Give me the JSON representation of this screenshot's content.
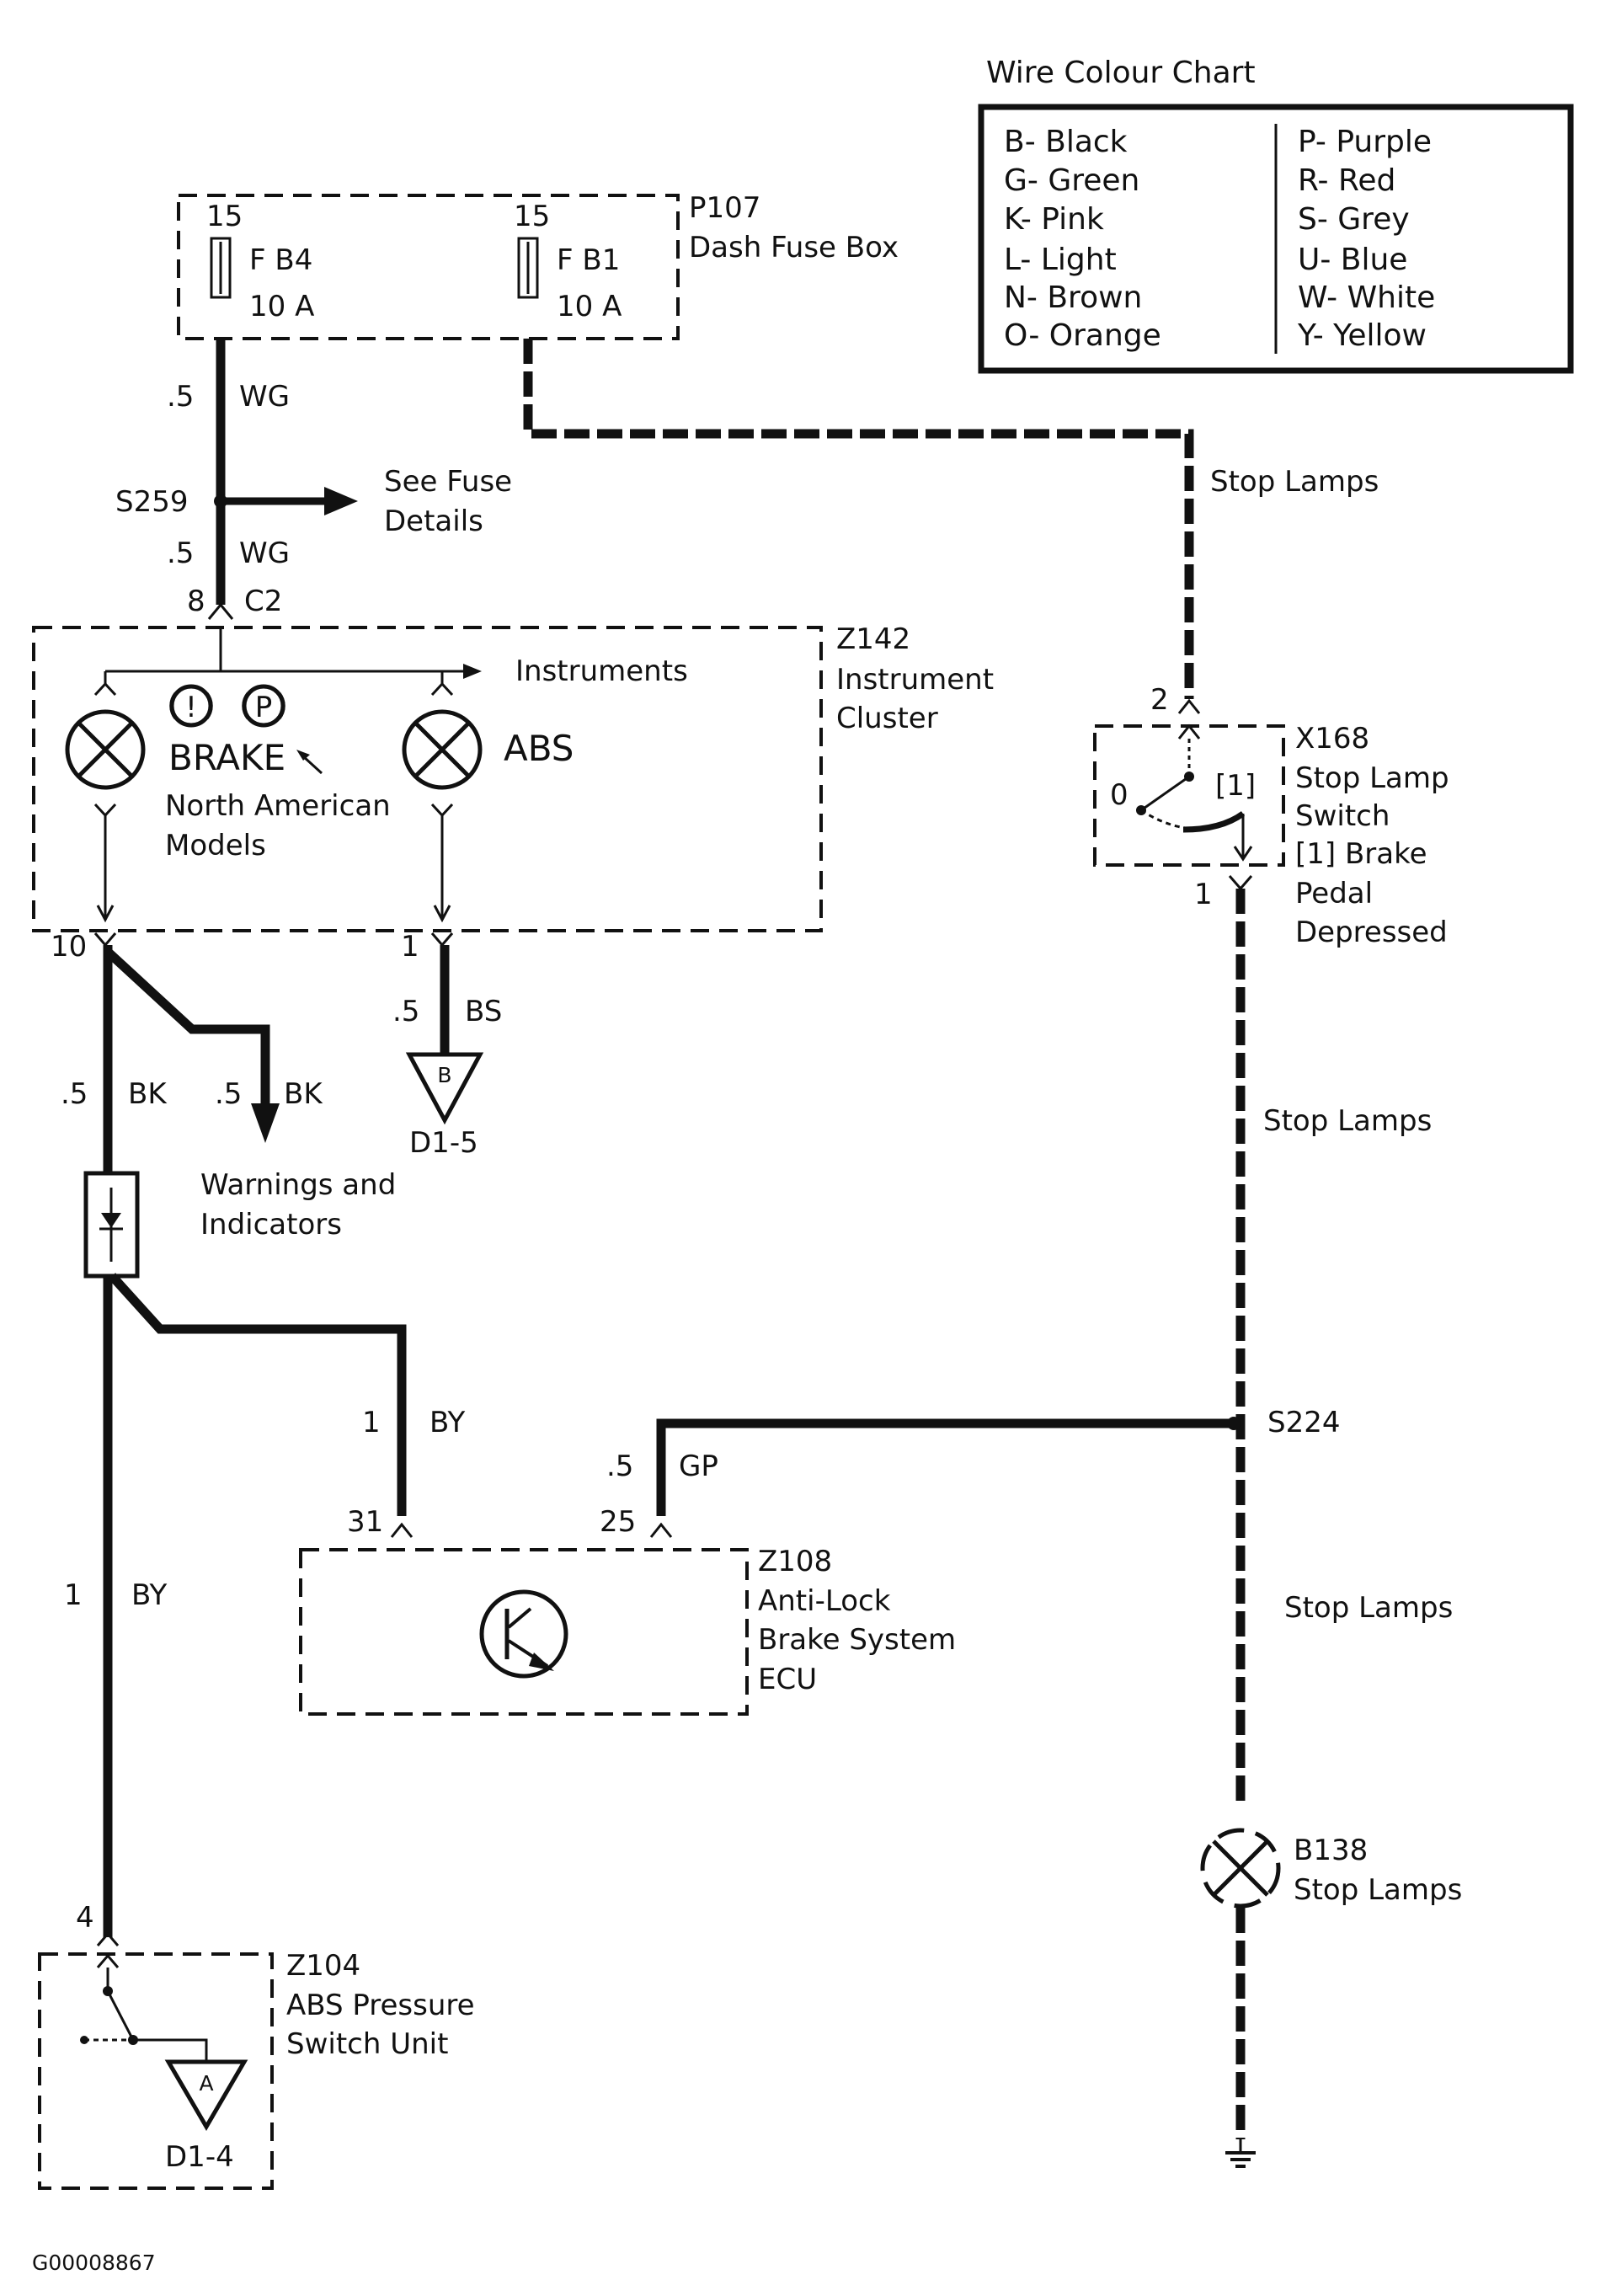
{
  "legend": {
    "title": "Wire Colour Chart",
    "left": [
      "B- Black",
      "G- Green",
      "K- Pink",
      "L- Light",
      "N- Brown",
      "O- Orange"
    ],
    "right": [
      "P- Purple",
      "R- Red",
      "S- Grey",
      "U- Blue",
      "W- White",
      "Y- Yellow"
    ]
  },
  "fuse_box": {
    "id": "P107",
    "name": "Dash Fuse Box",
    "fuse_a": {
      "terminal": "15",
      "name": "F B4",
      "rating": "10 A"
    },
    "fuse_b": {
      "terminal": "15",
      "name": "F B1",
      "rating": "10 A"
    }
  },
  "wires": {
    "wg_upper": {
      "size": ".5",
      "color": "WG"
    },
    "wg_lower": {
      "size": ".5",
      "color": "WG"
    },
    "bk_main": {
      "size": ".5",
      "color": "BK"
    },
    "bk_branch": {
      "size": ".5",
      "color": "BK"
    },
    "bs": {
      "size": ".5",
      "color": "BS"
    },
    "by_ecu": {
      "size": "1",
      "color": "BY"
    },
    "by_switch": {
      "size": "1",
      "color": "BY"
    },
    "gp": {
      "size": ".5",
      "color": "GP"
    }
  },
  "splices": {
    "s259": "S259",
    "s224": "S224"
  },
  "labels": {
    "see_fuse_1": "See Fuse",
    "see_fuse_2": "Details",
    "stop_lamps_1": "Stop Lamps",
    "stop_lamps_2": "Stop Lamps",
    "stop_lamps_3": "Stop Lamps",
    "warnings_1": "Warnings and",
    "warnings_2": "Indicators",
    "ground_d1_5": "D1-5",
    "ground_d1_4": "D1-4",
    "ground_b": "B",
    "ground_a": "A"
  },
  "instrument_cluster": {
    "id": "Z142",
    "name_1": "Instrument",
    "name_2": "Cluster",
    "connector": "C2",
    "pin_in": "8",
    "pin_out_brake": "10",
    "pin_out_abs": "1",
    "instruments": "Instruments",
    "brake": "BRAKE",
    "abs": "ABS",
    "north_1": "North American",
    "north_2": "Models",
    "icon_excl": "!",
    "icon_p": "P"
  },
  "stop_lamp_switch": {
    "id": "X168",
    "name_1": "Stop Lamp",
    "name_2": "Switch",
    "note_1": "[1]  Brake",
    "note_2": "Pedal",
    "note_3": "Depressed",
    "pin_in": "2",
    "pin_out": "1",
    "pos_0": "0",
    "pos_1": "[1]"
  },
  "abs_ecu": {
    "id": "Z108",
    "name_1": "Anti-Lock",
    "name_2": "Brake System",
    "name_3": "ECU",
    "pin_31": "31",
    "pin_25": "25"
  },
  "stop_lamps": {
    "id": "B138",
    "name": "Stop Lamps"
  },
  "pressure_switch": {
    "id": "Z104",
    "name_1": "ABS Pressure",
    "name_2": "Switch Unit",
    "pin": "4"
  },
  "ref_code": "G00008867"
}
